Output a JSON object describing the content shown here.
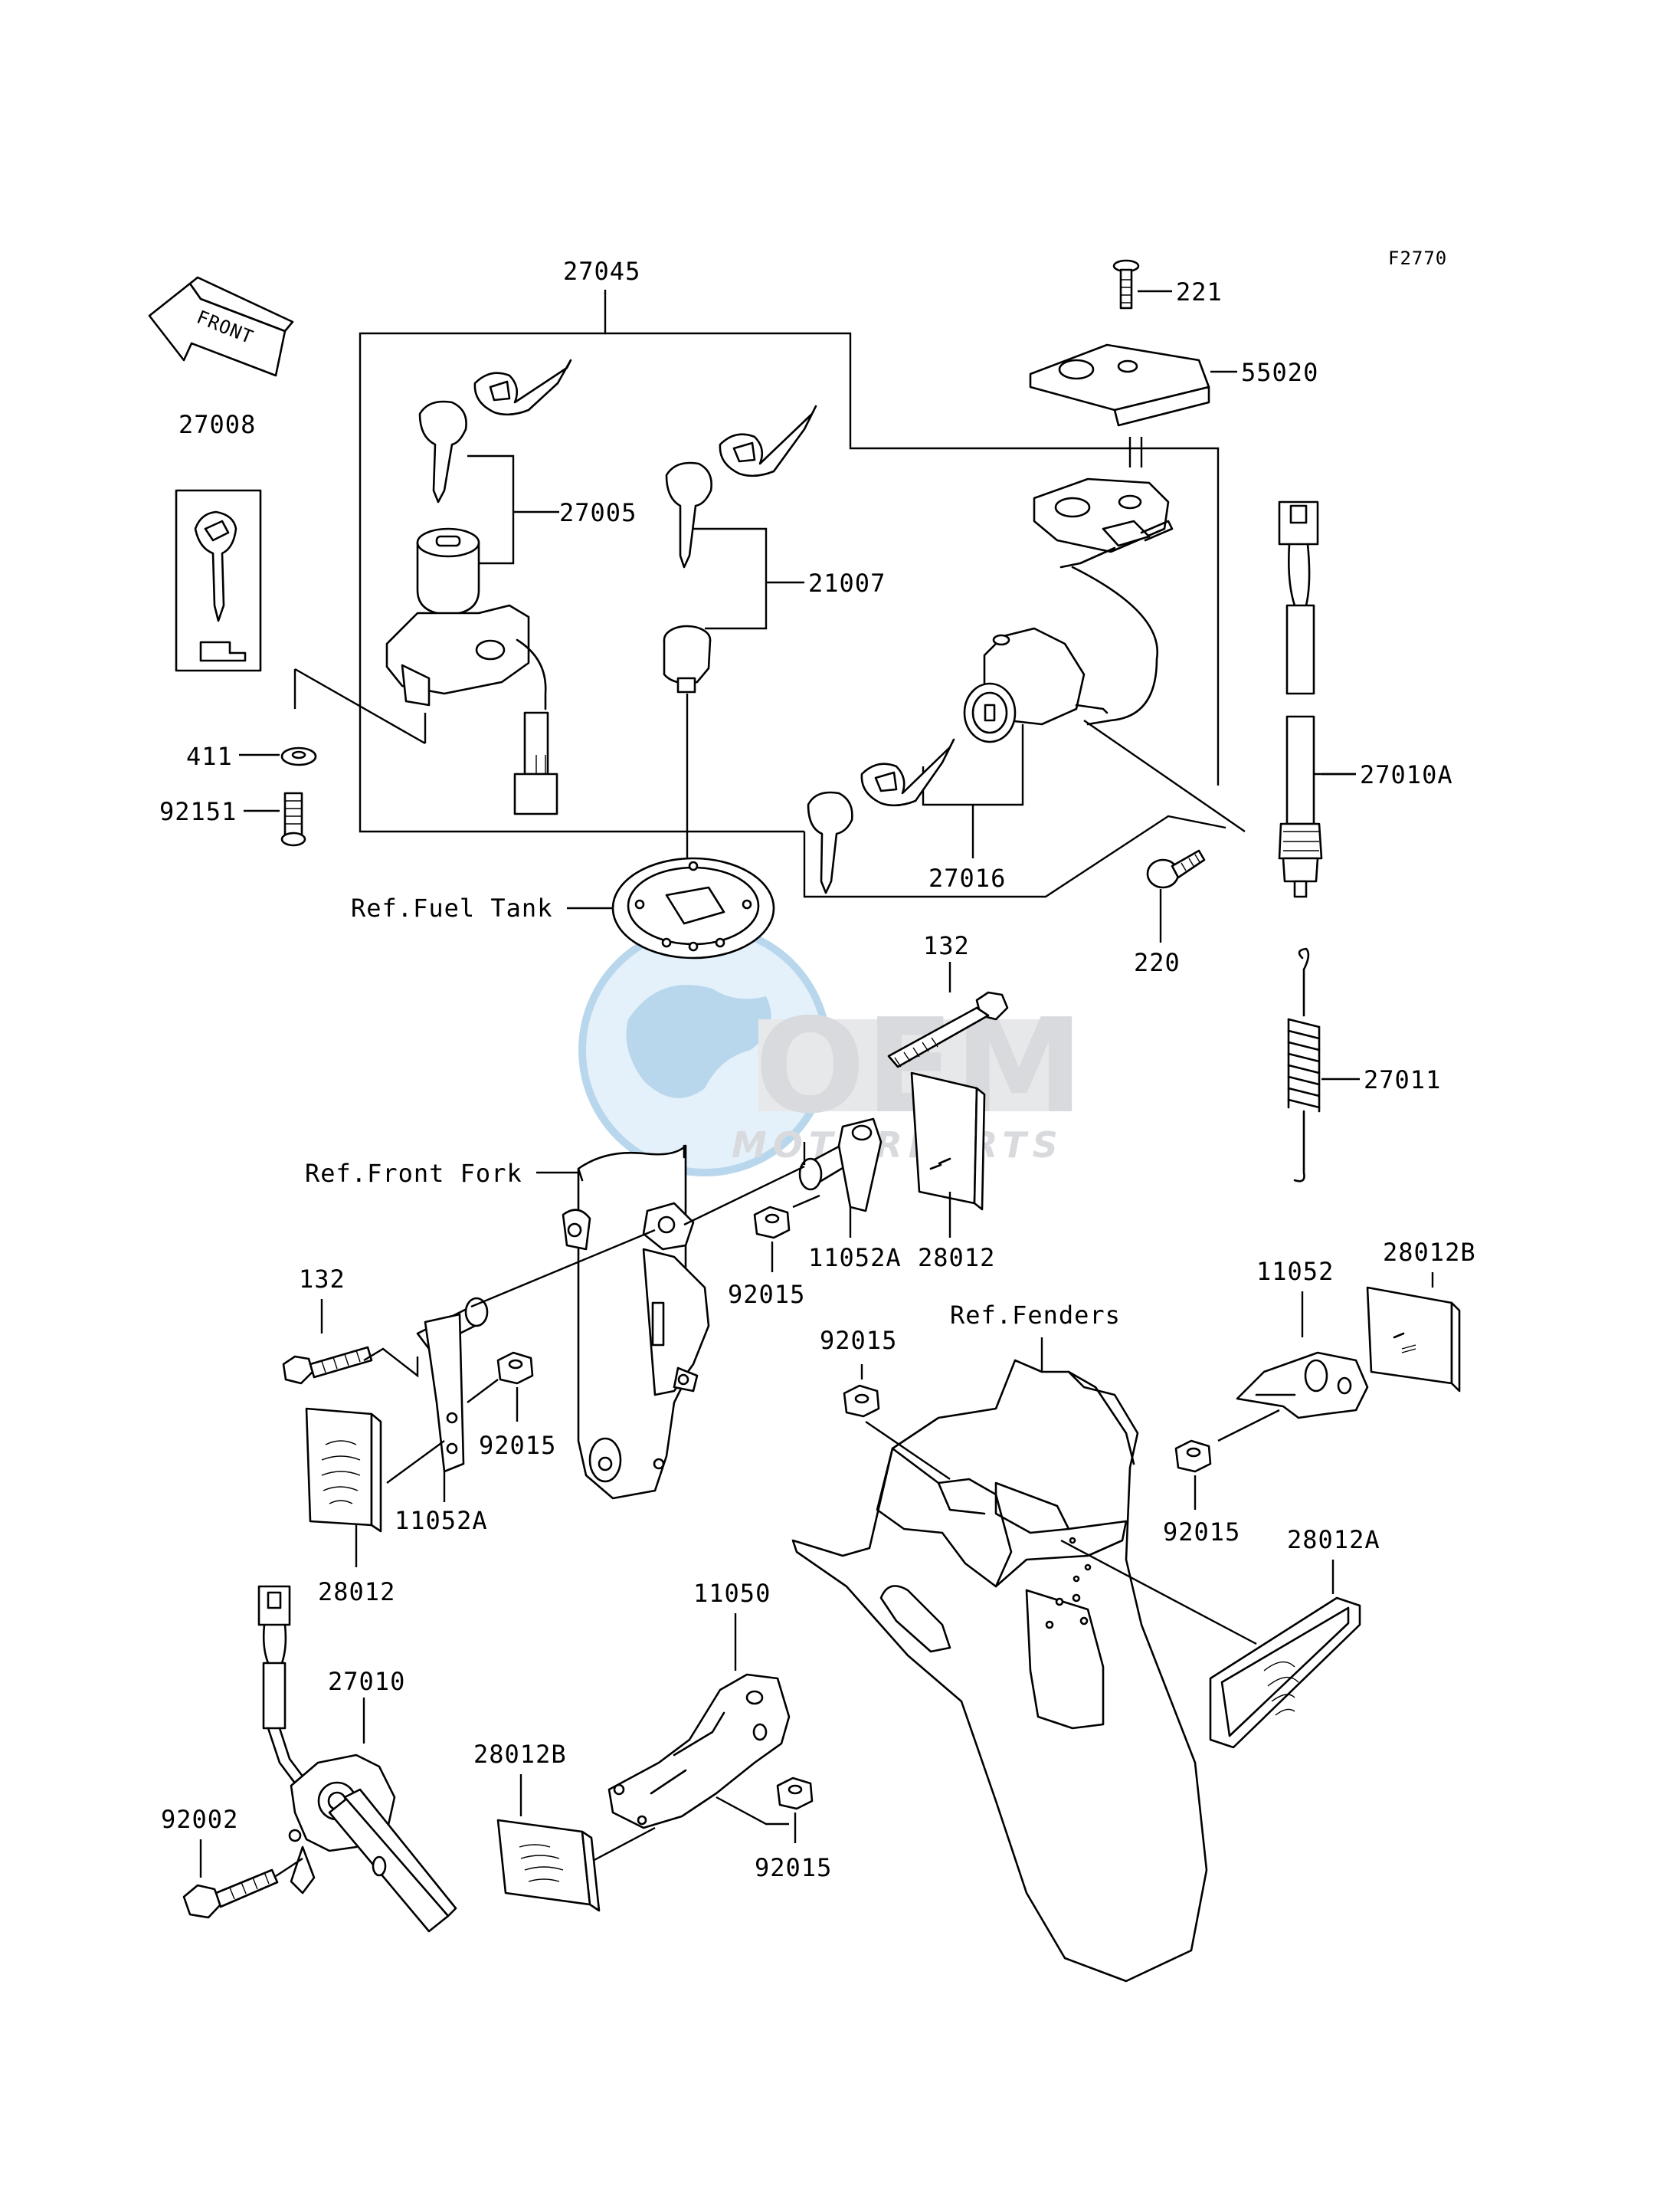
{
  "figure_code": "F2770",
  "front_arrow": "FRONT",
  "watermark": {
    "brand": "OEM",
    "sub": "MOTORPARTS",
    "color_gray": "#b9bdc2",
    "color_blue": "#7fb8e0"
  },
  "parts": {
    "p27045": "27045",
    "p221": "221",
    "p55020": "55020",
    "p27008": "27008",
    "p27005": "27005",
    "p21007": "21007",
    "p411": "411",
    "p92151": "92151",
    "p27010A": "27010A",
    "p27016": "27016",
    "p220": "220",
    "p132_top": "132",
    "p27011": "27011",
    "p11052A_top": "11052A",
    "p28012_top": "28012",
    "p92015_a": "92015",
    "p28012B_right": "28012B",
    "p11052": "11052",
    "p132_left": "132",
    "p92015_b": "92015",
    "p11052A_left": "11052A",
    "p28012_left": "28012",
    "p92015_c": "92015",
    "p92015_d": "92015",
    "p28012A": "28012A",
    "p11050": "11050",
    "p27010": "27010",
    "p92002": "92002",
    "p28012B_bottom": "28012B",
    "p92015_e": "92015"
  },
  "references": {
    "fuel_tank": "Ref.Fuel Tank",
    "front_fork": "Ref.Front Fork",
    "fenders": "Ref.Fenders"
  }
}
